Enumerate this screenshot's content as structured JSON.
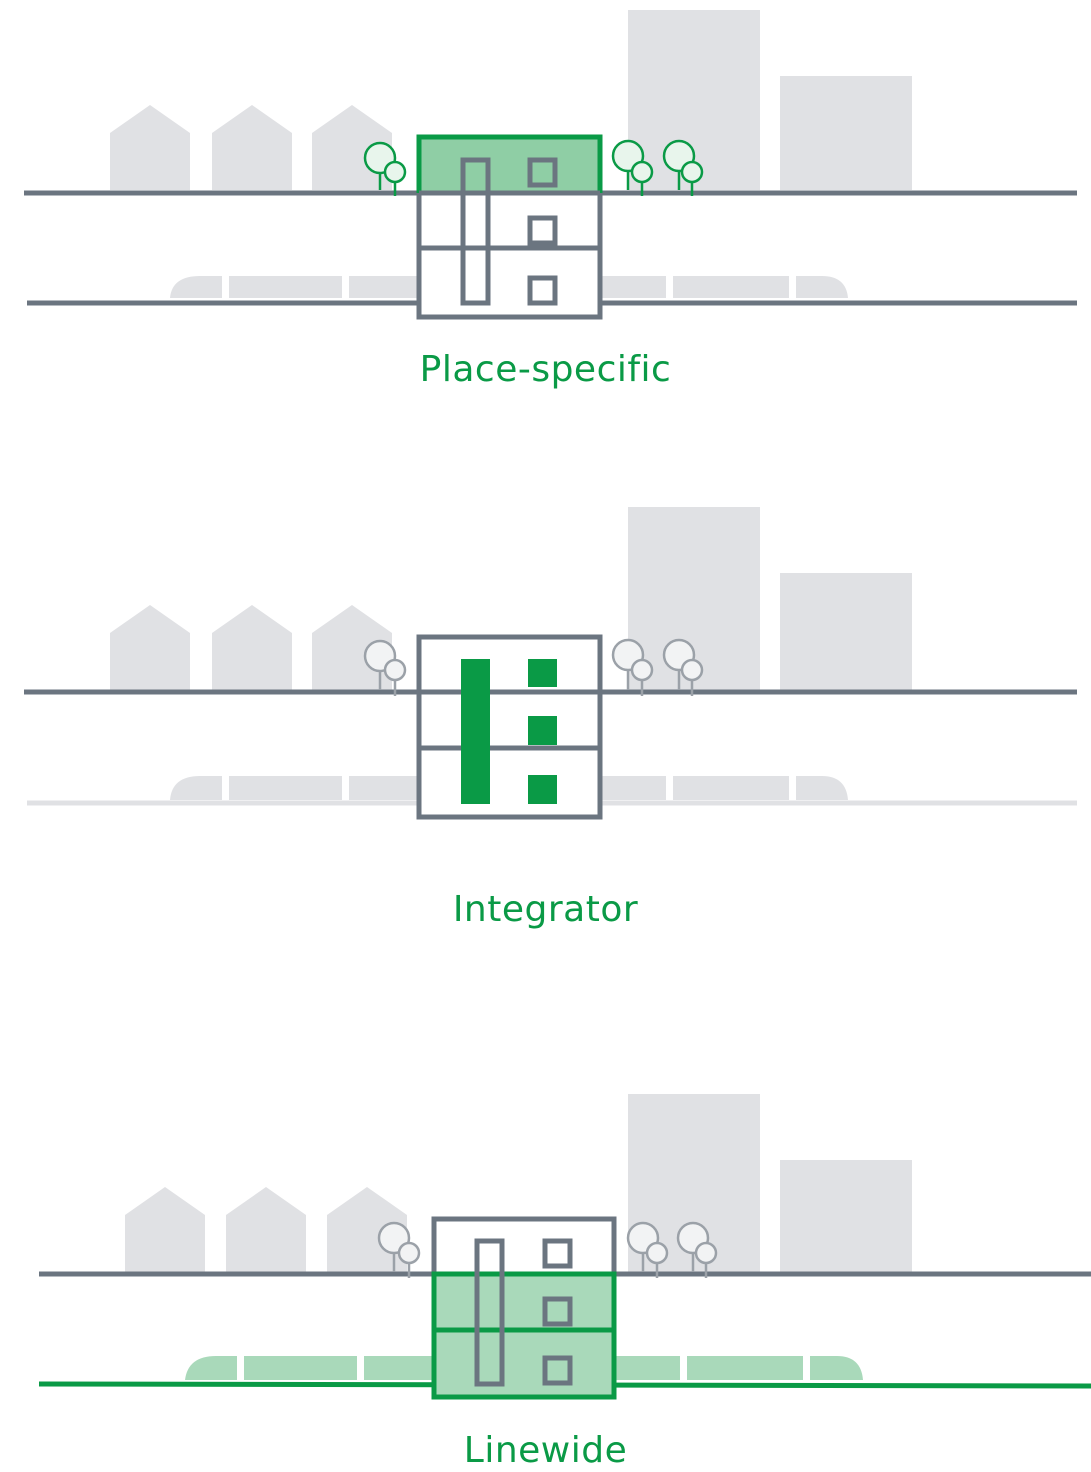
{
  "colors": {
    "green": "#0a9a46",
    "light_green": "#a9d9ba",
    "mid_green": "#8fcea5",
    "gray": "#6b7580",
    "building_gray": "#e0e1e4",
    "train_gray": "#e0e1e4",
    "tree_gray": "#9ba1a8"
  },
  "diagrams": [
    {
      "label": "Place-specific",
      "highlight": "top-floor",
      "trees": "green",
      "train": "gray",
      "track": "gray"
    },
    {
      "label": "Integrator",
      "highlight": "core",
      "trees": "gray",
      "train": "gray",
      "track": "light"
    },
    {
      "label": "Linewide",
      "highlight": "lower-floors",
      "trees": "gray",
      "train": "green",
      "track": "green"
    }
  ]
}
